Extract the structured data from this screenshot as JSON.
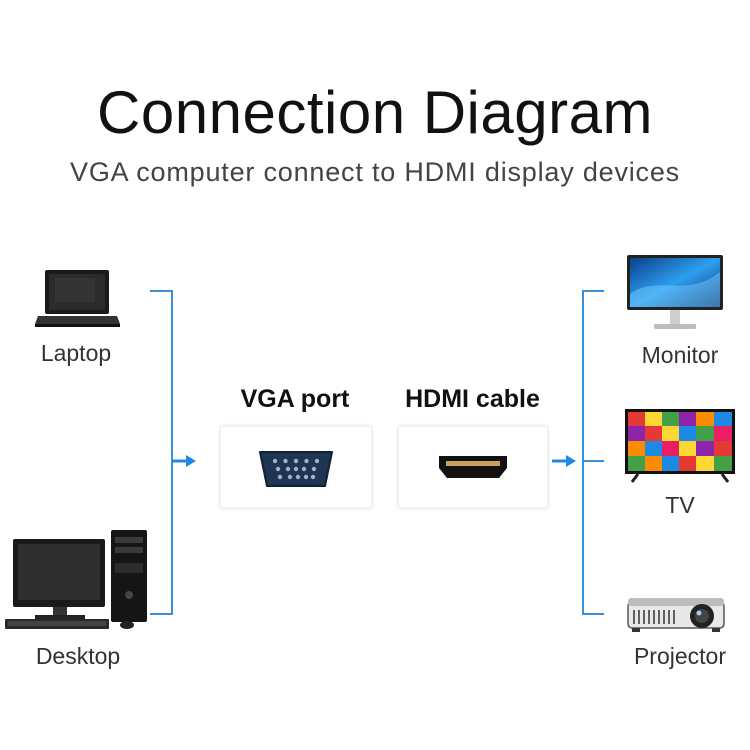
{
  "title": "Connection Diagram",
  "subtitle": "VGA computer connect to HDMI display devices",
  "sources": [
    {
      "label": "Laptop",
      "icon": "laptop-icon"
    },
    {
      "label": "Desktop",
      "icon": "desktop-computer-icon"
    }
  ],
  "adapter": {
    "input_label": "VGA port",
    "output_label": "HDMI cable"
  },
  "displays": [
    {
      "label": "Monitor",
      "icon": "monitor-icon"
    },
    {
      "label": "TV",
      "icon": "tv-icon"
    },
    {
      "label": "Projector",
      "icon": "projector-icon"
    }
  ],
  "colors": {
    "line": "#3a8fd9",
    "arrow": "#1e88e5"
  }
}
